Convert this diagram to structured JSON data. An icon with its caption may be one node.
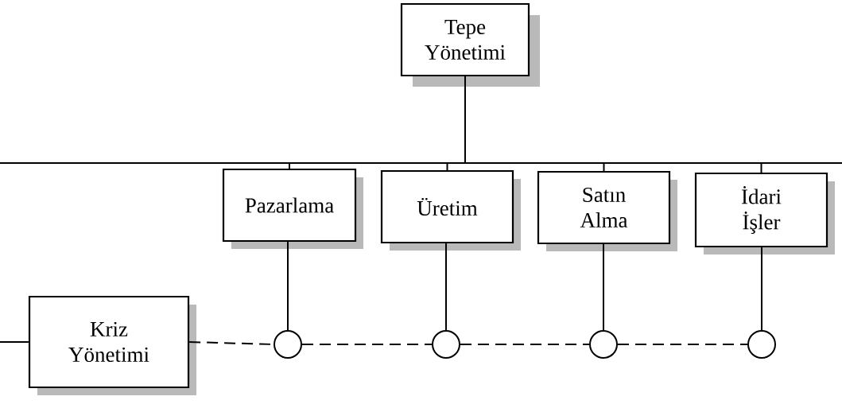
{
  "diagram": {
    "nodes": [
      {
        "text": [
          "Tepe Yönetimi"
        ]
      },
      {
        "text": [
          "Pazarlama"
        ]
      },
      {
        "text": [
          "Üretim"
        ]
      },
      {
        "text": [
          "Satın Alma"
        ]
      },
      {
        "text": [
          "İdari İşler"
        ]
      },
      {
        "text": [
          "Kriz Yönetimi"
        ]
      },
      {
        "text": [],
        "shape": "circle"
      },
      {
        "text": [],
        "shape": "circle"
      },
      {
        "text": [],
        "shape": "circle"
      },
      {
        "text": [],
        "shape": "circle"
      }
    ],
    "edges": [
      {
        "from": 0,
        "to": 1,
        "arrow": "none"
      },
      {
        "from": 0,
        "to": 2,
        "arrow": "none"
      },
      {
        "from": 0,
        "to": 3,
        "arrow": "none"
      },
      {
        "from": 0,
        "to": 4,
        "arrow": "none"
      },
      {
        "from": 1,
        "to": 6,
        "arrow": "none"
      },
      {
        "from": 2,
        "to": 7,
        "arrow": "none"
      },
      {
        "from": 3,
        "to": 8,
        "arrow": "none"
      },
      {
        "from": 4,
        "to": 9,
        "arrow": "none"
      },
      {
        "from": 5,
        "to": 6,
        "arrow": "none",
        "style": "dashed"
      },
      {
        "from": 6,
        "to": 7,
        "arrow": "none",
        "style": "dashed"
      },
      {
        "from": 7,
        "to": 8,
        "arrow": "none",
        "style": "dashed"
      },
      {
        "from": 8,
        "to": 9,
        "arrow": "none",
        "style": "dashed"
      },
      {
        "from": null,
        "to": 5,
        "arrow": "none"
      }
    ]
  }
}
